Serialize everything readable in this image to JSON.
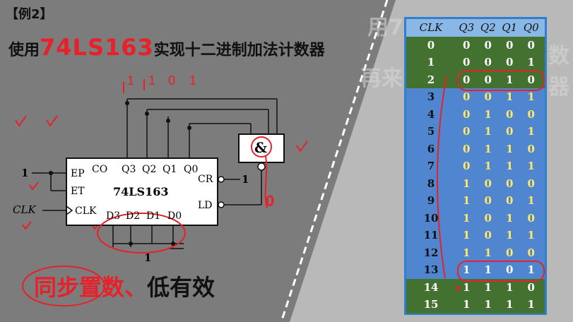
{
  "example_label": "【例2】",
  "title": {
    "pre": "使用",
    "chip": "74LS163",
    "post": "实现十二进制加法计数器"
  },
  "chip": {
    "name": "74LS163",
    "top_pins": [
      "CO",
      "Q3",
      "Q2",
      "Q1",
      "Q0"
    ],
    "left_pins": [
      "EP",
      "ET",
      "CLK"
    ],
    "right_pins": [
      "CR",
      "LD"
    ],
    "bottom_pins": [
      "D3",
      "D2",
      "D1",
      "D0"
    ],
    "ep_input": "1",
    "cr_input": "1",
    "clk_label": "CLK",
    "data_input": "1",
    "gate_symbol": "&",
    "ld_value": "0"
  },
  "annotations": {
    "q_values": [
      "1",
      "1",
      "0",
      "1"
    ]
  },
  "caption": {
    "red": "同步置数、",
    "black": "低有效"
  },
  "faded_right": {
    "line1": "用7",
    "line2": "再来",
    "right_partial": "数器"
  },
  "truth_table": {
    "headers": {
      "clk": "CLK",
      "bits": [
        "Q3",
        "Q2",
        "Q1",
        "Q0"
      ]
    },
    "rows": [
      {
        "clk": "0",
        "bits": [
          "0",
          "0",
          "0",
          "0"
        ]
      },
      {
        "clk": "1",
        "bits": [
          "0",
          "0",
          "0",
          "1"
        ]
      },
      {
        "clk": "2",
        "bits": [
          "0",
          "0",
          "1",
          "0"
        ]
      },
      {
        "clk": "3",
        "bits": [
          "0",
          "0",
          "1",
          "1"
        ]
      },
      {
        "clk": "4",
        "bits": [
          "0",
          "1",
          "0",
          "0"
        ]
      },
      {
        "clk": "5",
        "bits": [
          "0",
          "1",
          "0",
          "1"
        ]
      },
      {
        "clk": "6",
        "bits": [
          "0",
          "1",
          "1",
          "0"
        ]
      },
      {
        "clk": "7",
        "bits": [
          "0",
          "1",
          "1",
          "1"
        ]
      },
      {
        "clk": "8",
        "bits": [
          "1",
          "0",
          "0",
          "0"
        ]
      },
      {
        "clk": "9",
        "bits": [
          "1",
          "0",
          "0",
          "1"
        ]
      },
      {
        "clk": "10",
        "bits": [
          "1",
          "0",
          "1",
          "0"
        ]
      },
      {
        "clk": "11",
        "bits": [
          "1",
          "0",
          "1",
          "1"
        ]
      },
      {
        "clk": "12",
        "bits": [
          "1",
          "1",
          "0",
          "0"
        ]
      },
      {
        "clk": "13",
        "bits": [
          "1",
          "1",
          "0",
          "1"
        ]
      },
      {
        "clk": "14",
        "bits": [
          "1",
          "1",
          "1",
          "0"
        ]
      },
      {
        "clk": "15",
        "bits": [
          "1",
          "1",
          "1",
          "1"
        ]
      }
    ]
  },
  "colors": {
    "accent_red": "#e8202a",
    "table_blue": "#4f86cf",
    "table_green": "#43712f"
  }
}
